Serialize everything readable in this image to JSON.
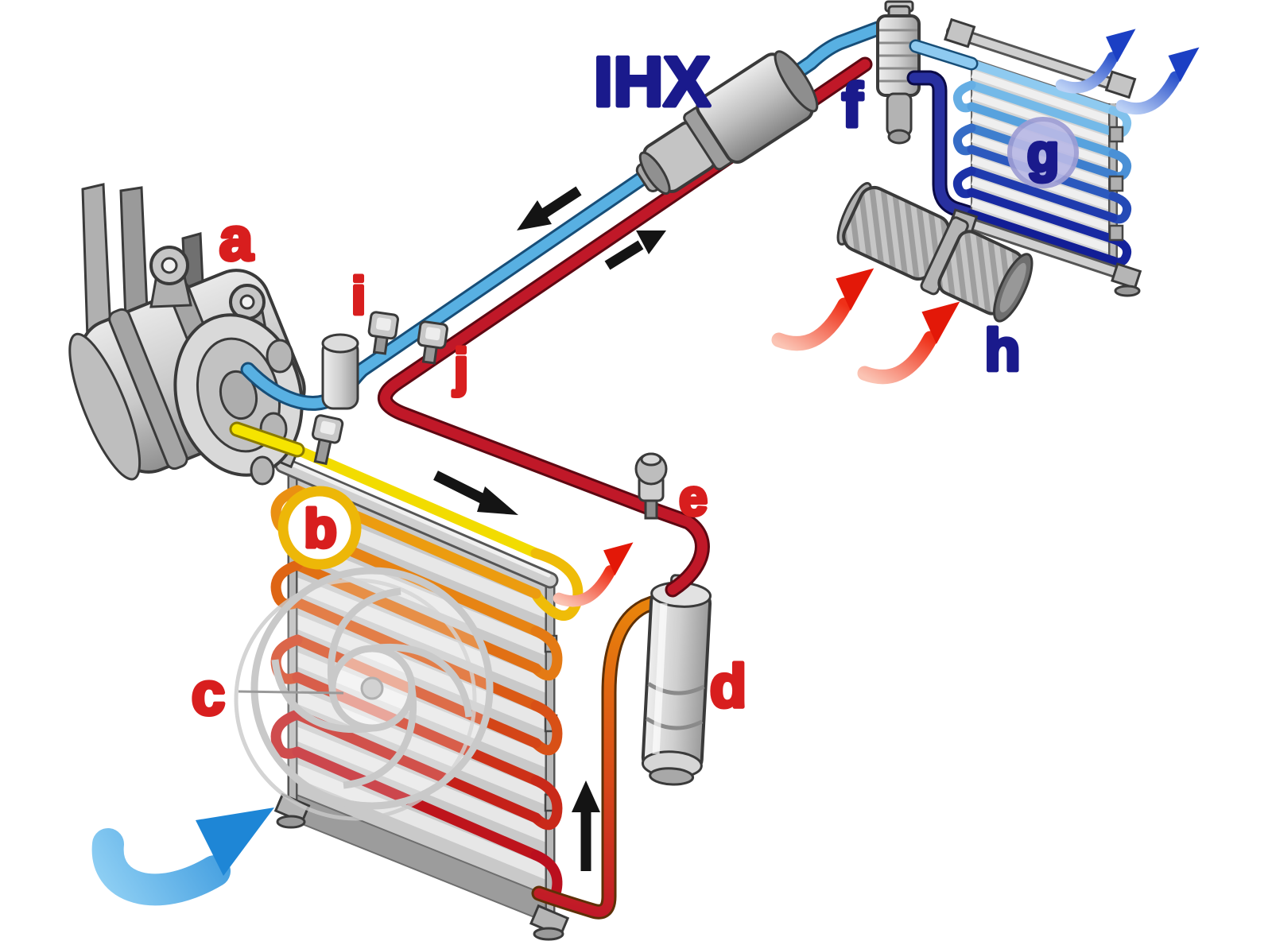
{
  "diagram": {
    "kind": "automotive-AC-refrigeration-cycle-with-IHX",
    "labels": {
      "compressor": "a",
      "condenser": "b",
      "condenser_fan": "c",
      "receiver_drier": "d",
      "pressure_sensor": "e",
      "expansion_valve": "f",
      "evaporator": "g",
      "blower": "h",
      "service_port_low": "i",
      "service_port_high": "j",
      "internal_heat_exchanger": "IHX"
    },
    "colors": {
      "label_red": "#D81E1E",
      "label_navy": "#1A1A8C",
      "pipe_suction_blue": "#58B0E2",
      "pipe_discharge_yellow": "#F5E400",
      "pipe_liquid_red": "#C01828",
      "pipe_low_pressure_liquid_navy": "#2830A0",
      "pipe_condenser_exit_orange": "#E8820C",
      "airflow_cool_blue": "#1E86D6",
      "airflow_warm_red": "#EF3018",
      "flow_arrow_black": "#141414",
      "component_gray": "#C6C6C6"
    }
  }
}
